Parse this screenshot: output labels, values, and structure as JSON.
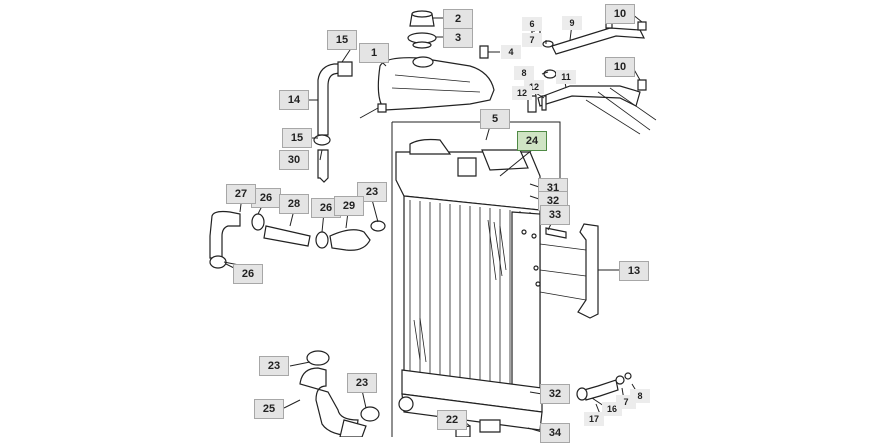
{
  "callouts": {
    "c1": "1",
    "c2": "2",
    "c3": "3",
    "c4": "4",
    "c5": "5",
    "c6": "6",
    "c7a": "7",
    "c7b": "7",
    "c8a": "8",
    "c8b": "8",
    "c9": "9",
    "c10a": "10",
    "c10b": "10",
    "c11": "11",
    "c12a": "12",
    "c12b": "12",
    "c13": "13",
    "c14": "14",
    "c15a": "15",
    "c15b": "15",
    "c16": "16",
    "c17": "17",
    "c22": "22",
    "c23a": "23",
    "c23b": "23",
    "c23c": "23",
    "c24": "24",
    "c25": "25",
    "c26a": "26",
    "c26b": "26",
    "c26c": "26",
    "c27": "27",
    "c28": "28",
    "c29": "29",
    "c30": "30",
    "c31": "31",
    "c32a": "32",
    "c32b": "32",
    "c33": "33",
    "c34": "34"
  },
  "highlight_color": "#cfe4c4"
}
